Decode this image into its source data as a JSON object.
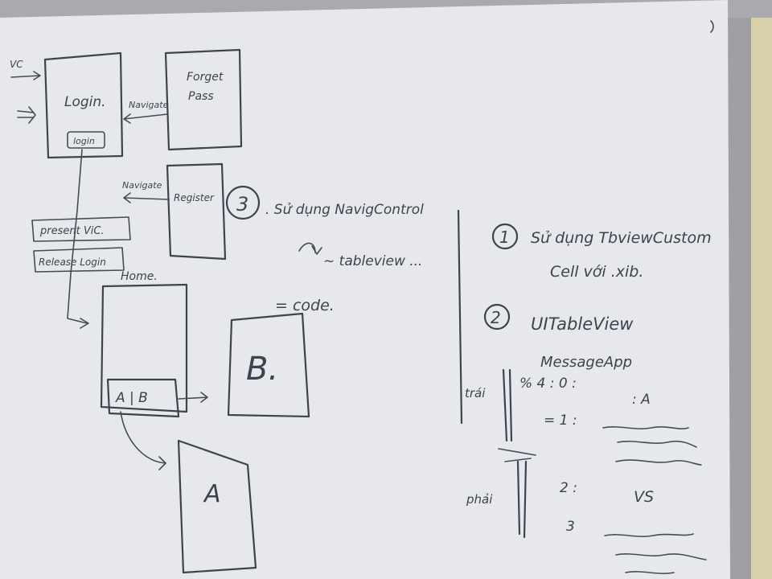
{
  "board": {
    "colors": {
      "whiteboard": "#e6e8ec",
      "frame": "#9ea0a6",
      "wall": "#d8d0a8",
      "marker": "#3f4250"
    }
  },
  "flow": {
    "login_screen": "Login.",
    "login_button": "login",
    "forget_screen_line1": "Forget",
    "forget_screen_line2": "Pass",
    "navigate_label_top": "Navigate",
    "navigate_label_mid": "Navigate",
    "register_screen": "Register",
    "present_vc": "present ViC.",
    "release_login": "Release Login",
    "home_label": "Home.",
    "tab_bar": "A | B",
    "screen_b": "B.",
    "screen_a": "A",
    "vc_label": "VC"
  },
  "notes": {
    "item3_number": "3",
    "item3_line1": ". Sử dụng NavigControl",
    "item3_line2": "~ tableview ...",
    "item3_line3": "= code.",
    "item1_number": "1",
    "item1_line1": "Sử dụng TbviewCustom",
    "item1_line2": "Cell với .xib.",
    "item2_number": "2",
    "item2_line1": "UITableView",
    "item2_line2": "MessageApp",
    "trai_label": "trái",
    "phai_label": "phải",
    "mod_expr": "% 4 : 0 :",
    "eq_one": "= 1 :",
    "two": "2 :",
    "three": "3",
    "a_marker": ": A",
    "vs_marker": "VS"
  }
}
